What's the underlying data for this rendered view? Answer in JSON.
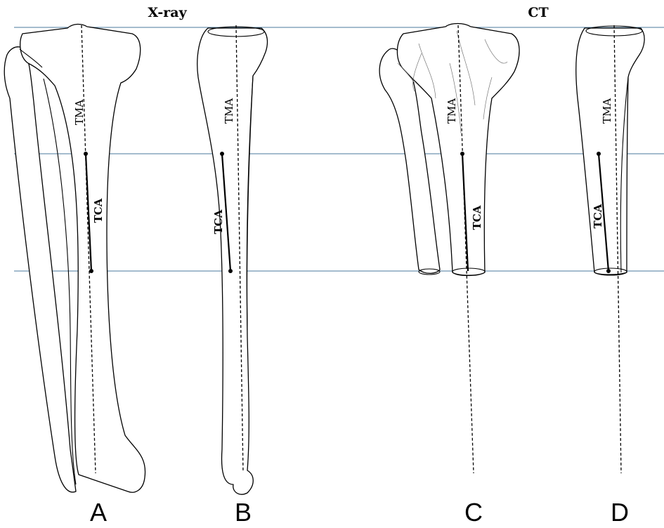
{
  "headers": {
    "xray": "X-ray",
    "ct": "CT"
  },
  "axis_labels": {
    "tma": "TMA",
    "tca": "TCA"
  },
  "panels": [
    "A",
    "B",
    "C",
    "D"
  ],
  "colors": {
    "reference_lines": "#6d93b0",
    "outline": "#000000"
  }
}
